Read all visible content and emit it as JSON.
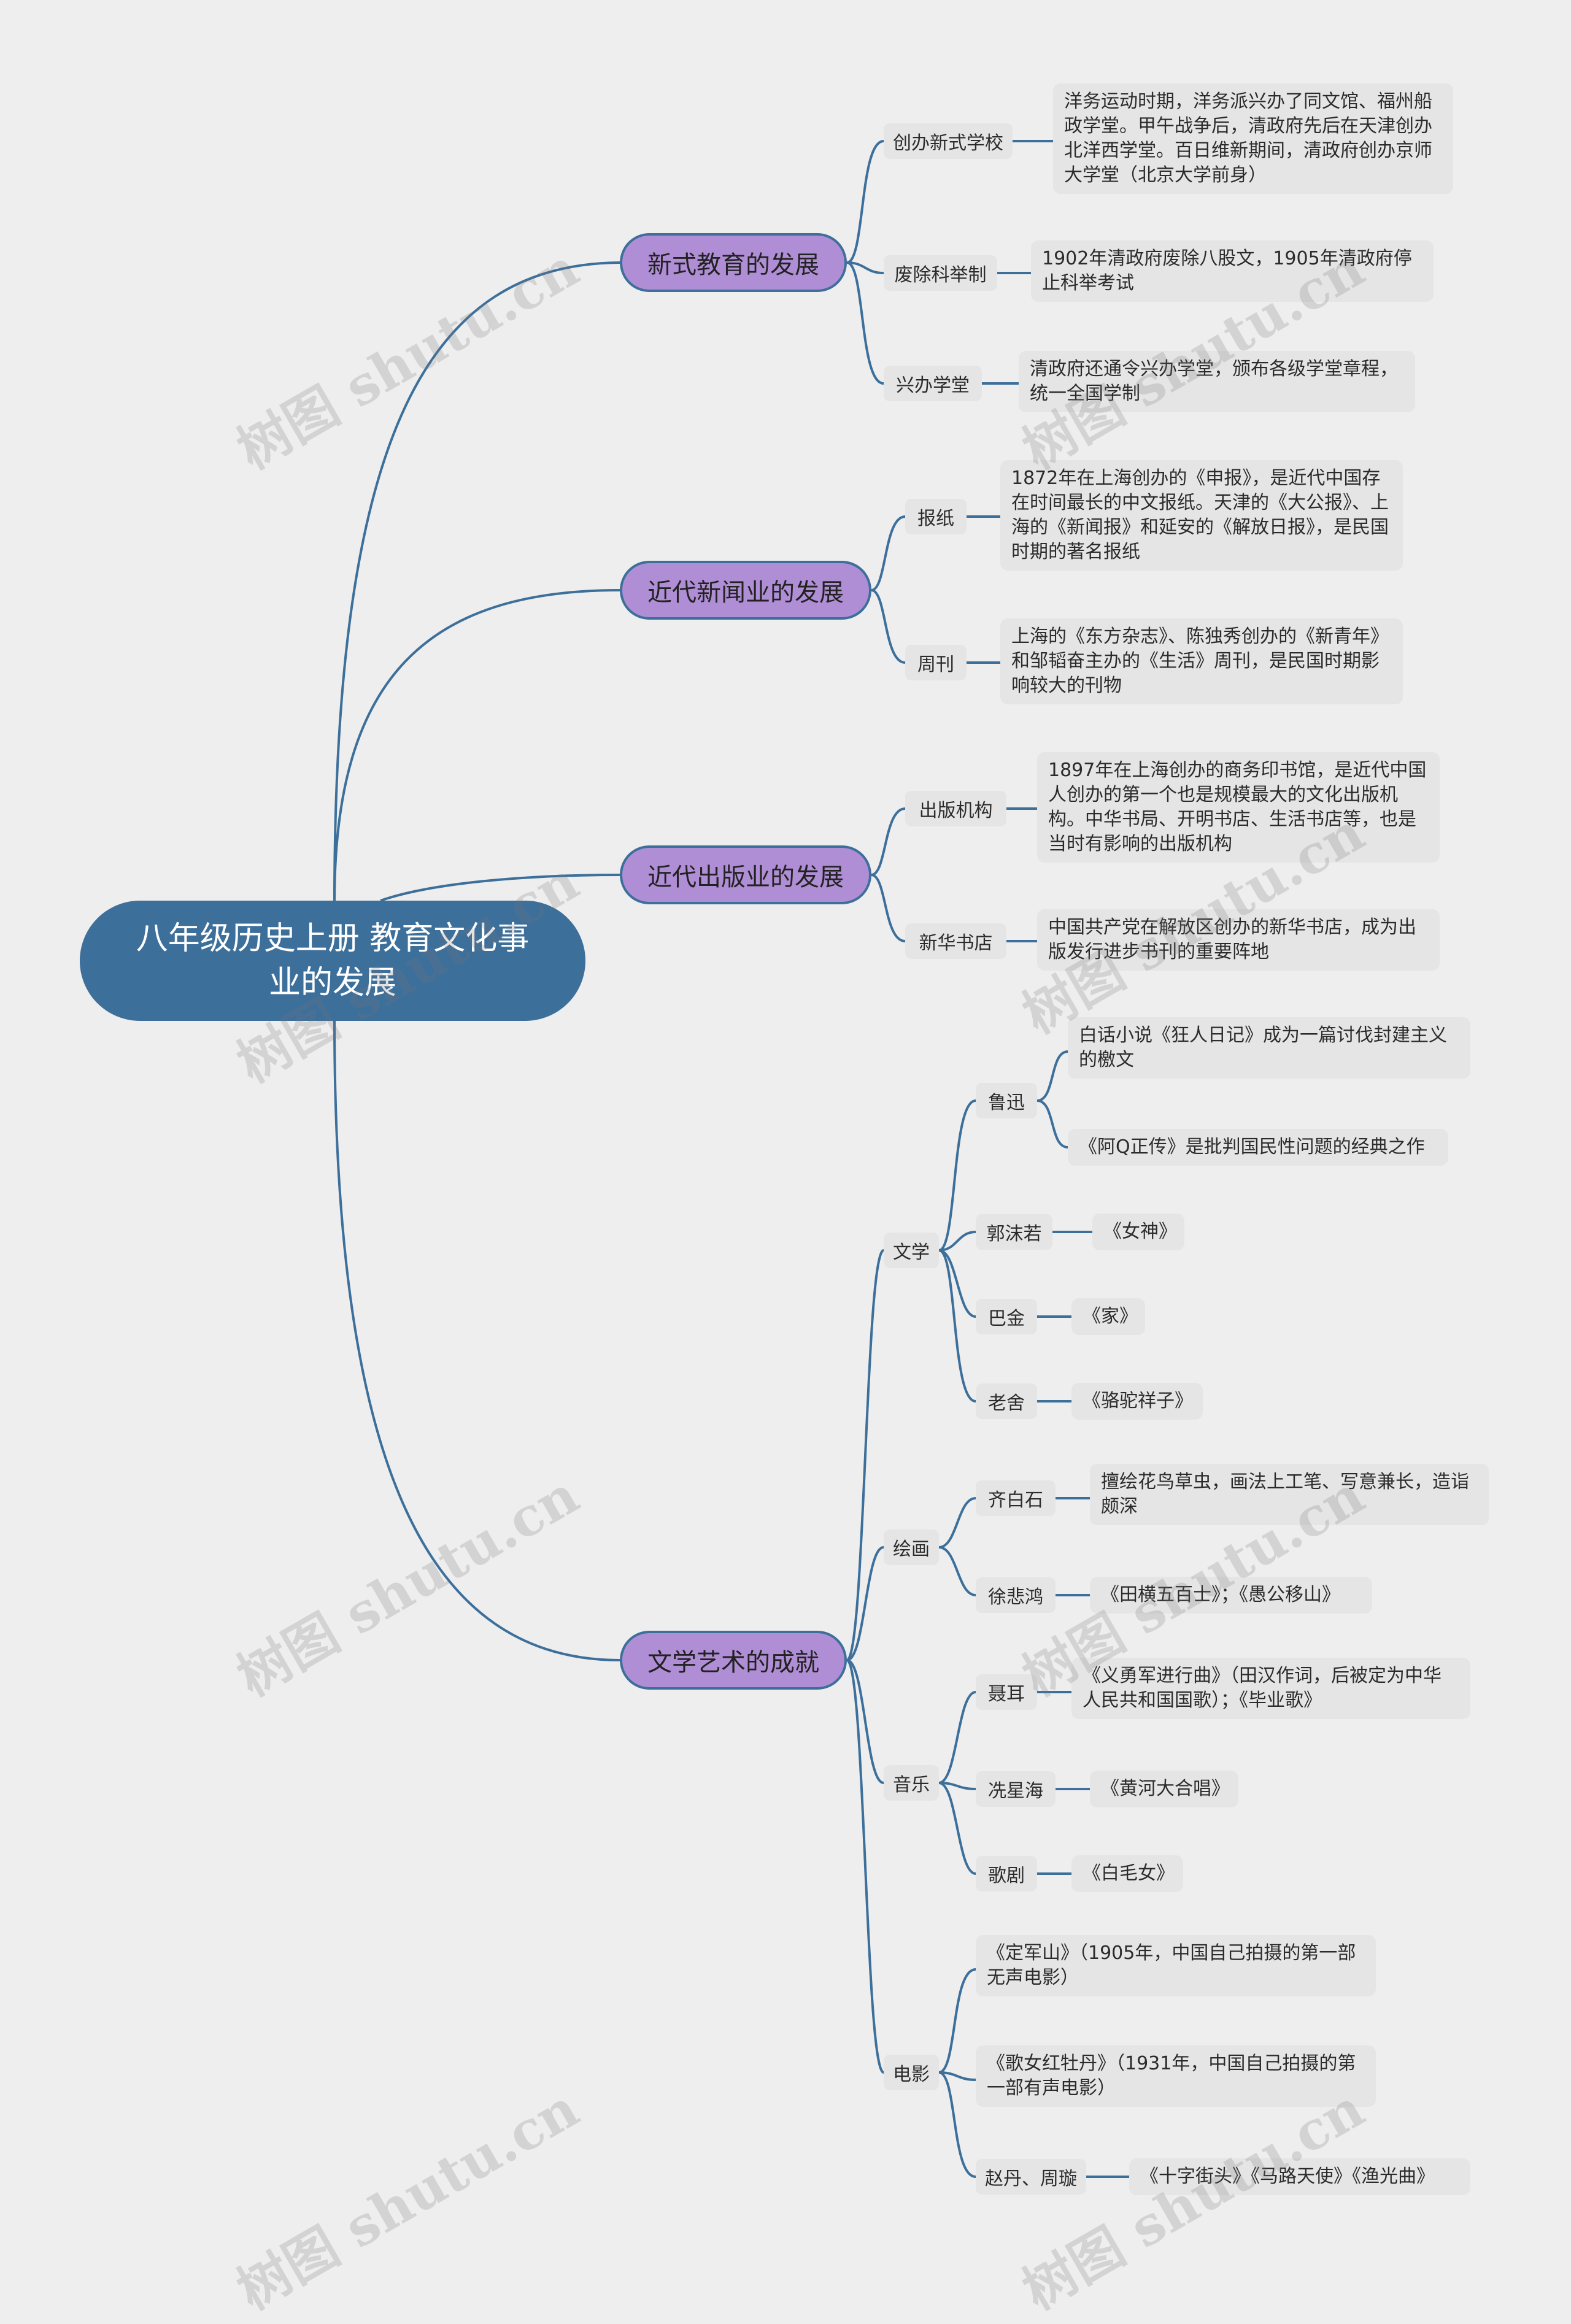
{
  "root": {
    "title": "八年级历史上册  教育文化事业的发展"
  },
  "watermark": "树图 shutu.cn",
  "branches": [
    {
      "label": "新式教育的发展",
      "children": [
        {
          "label": "创办新式学校",
          "leaves": [
            "洋务运动时期，洋务派兴办了同文馆、福州船政学堂。甲午战争后，清政府先后在天津创办北洋西学堂。百日维新期间，清政府创办京师大学堂（北京大学前身）"
          ]
        },
        {
          "label": "废除科举制",
          "leaves": [
            "1902年清政府废除八股文，1905年清政府停止科举考试"
          ]
        },
        {
          "label": "兴办学堂",
          "leaves": [
            "清政府还通令兴办学堂，颁布各级学堂章程，统一全国学制"
          ]
        }
      ]
    },
    {
      "label": "近代新闻业的发展",
      "children": [
        {
          "label": "报纸",
          "leaves": [
            "1872年在上海创办的《申报》，是近代中国存在时间最长的中文报纸。天津的《大公报》、上海的《新闻报》和延安的《解放日报》，是民国时期的著名报纸"
          ]
        },
        {
          "label": "周刊",
          "leaves": [
            "上海的《东方杂志》、陈独秀创办的《新青年》和邹韬奋主办的《生活》周刊，是民国时期影响较大的刊物"
          ]
        }
      ]
    },
    {
      "label": "近代出版业的发展",
      "children": [
        {
          "label": "出版机构",
          "leaves": [
            "1897年在上海创办的商务印书馆，是近代中国人创办的第一个也是规模最大的文化出版机构。中华书局、开明书店、生活书店等，也是当时有影响的出版机构"
          ]
        },
        {
          "label": "新华书店",
          "leaves": [
            "中国共产党在解放区创办的新华书店，成为出版发行进步书刊的重要阵地"
          ]
        }
      ]
    },
    {
      "label": "文学艺术的成就",
      "children": [
        {
          "label": "文学",
          "people": [
            {
              "name": "鲁迅",
              "works": [
                "白话小说《狂人日记》成为一篇讨伐封建主义的檄文",
                "《阿Q正传》是批判国民性问题的经典之作"
              ]
            },
            {
              "name": "郭沫若",
              "works": [
                "《女神》"
              ]
            },
            {
              "name": "巴金",
              "works": [
                "《家》"
              ]
            },
            {
              "name": "老舍",
              "works": [
                "《骆驼祥子》"
              ]
            }
          ]
        },
        {
          "label": "绘画",
          "people": [
            {
              "name": "齐白石",
              "works": [
                "擅绘花鸟草虫，画法上工笔、写意兼长，造诣颇深"
              ]
            },
            {
              "name": "徐悲鸿",
              "works": [
                "《田横五百士》；《愚公移山》"
              ]
            }
          ]
        },
        {
          "label": "音乐",
          "people": [
            {
              "name": "聂耳",
              "works": [
                "《义勇军进行曲》（田汉作词，后被定为中华人民共和国国歌）；《毕业歌》"
              ]
            },
            {
              "name": "冼星海",
              "works": [
                "《黄河大合唱》"
              ]
            },
            {
              "name": "歌剧",
              "works": [
                "《白毛女》"
              ]
            }
          ]
        },
        {
          "label": "电影",
          "items": [
            "《定军山》（1905年，中国自己拍摄的第一部无声电影）",
            "《歌女红牡丹》（1931年，中国自己拍摄的第一部有声电影）"
          ],
          "people": [
            {
              "name": "赵丹、周璇",
              "works": [
                "《十字街头》《马路天使》《渔光曲》"
              ]
            }
          ]
        }
      ]
    }
  ]
}
